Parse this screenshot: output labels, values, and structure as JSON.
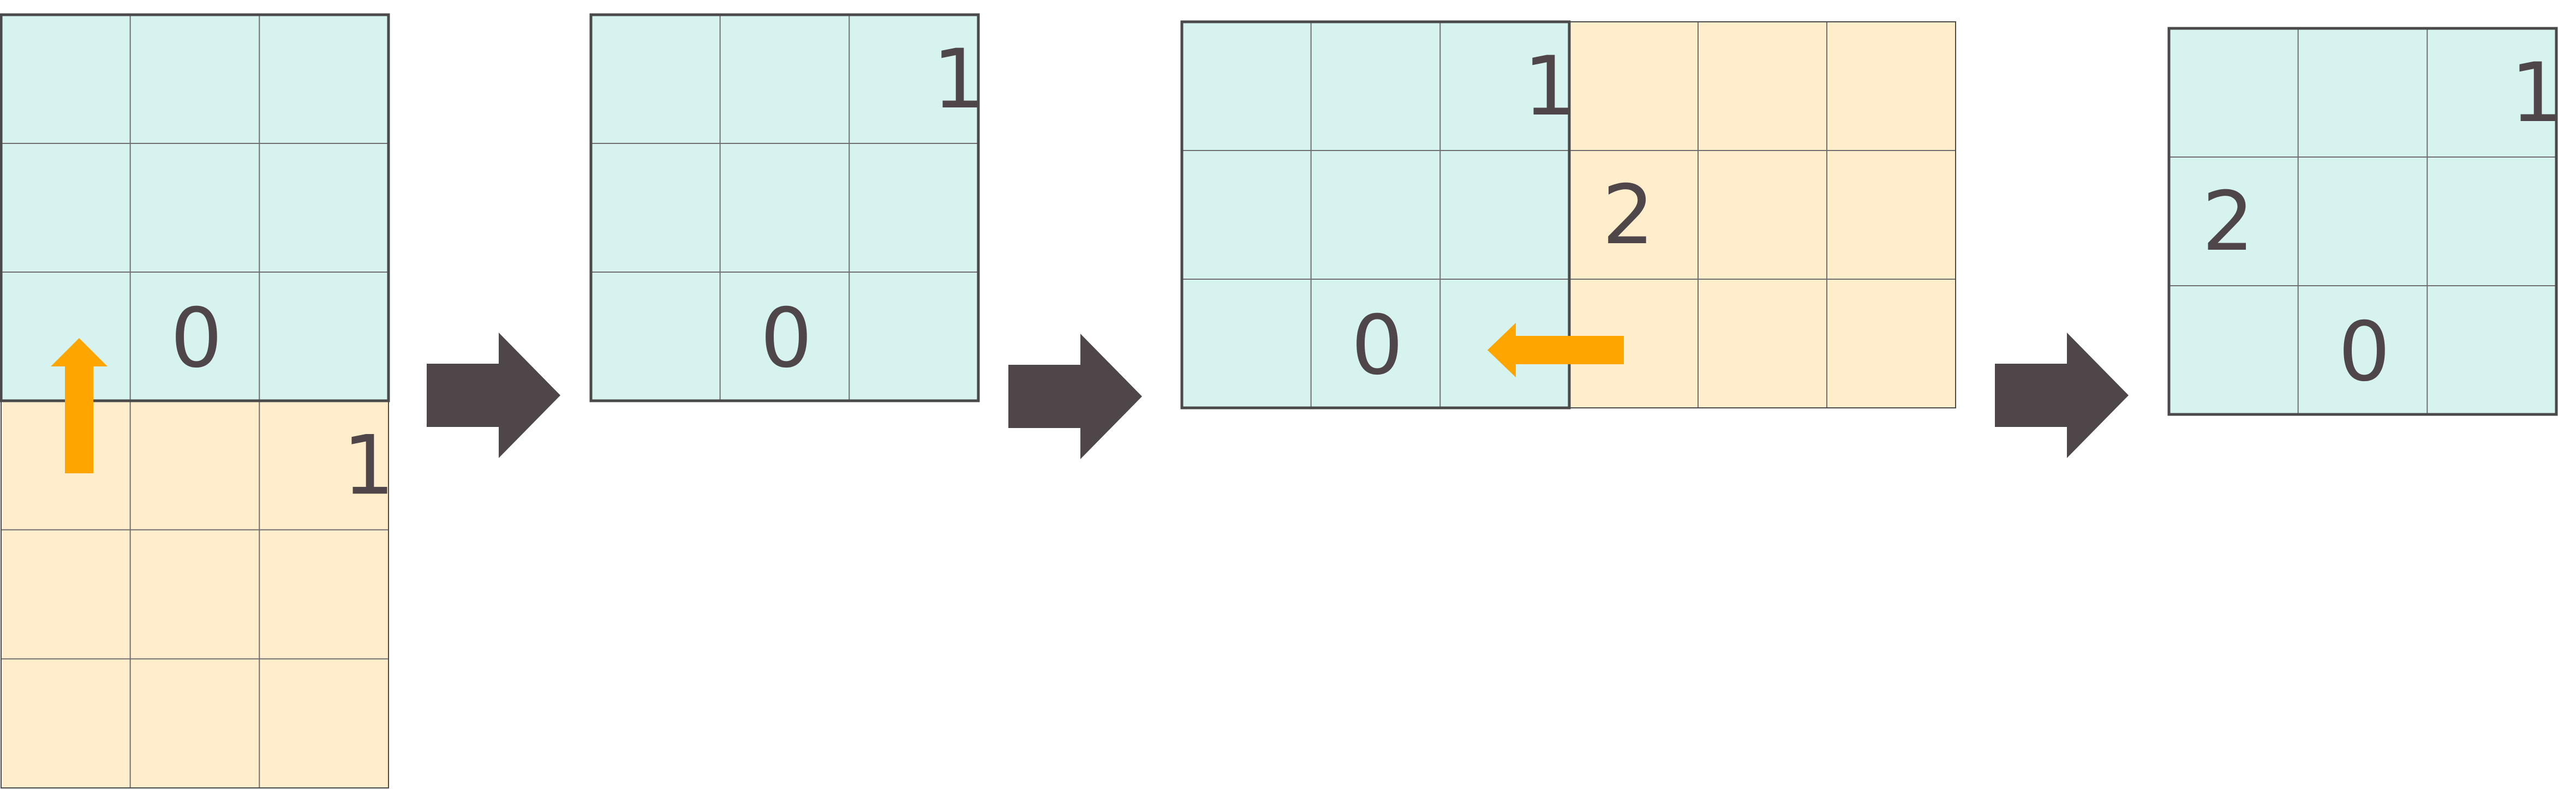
{
  "colors": {
    "grid_teal": "#d7f3ef",
    "grid_cream": "#ffedcc",
    "cell_line": "#6f6f6f",
    "frame_line": "#4a4a4a",
    "step_arrow": "#4f4649",
    "move_arrow": "#ffa500",
    "text": "#4f4649"
  },
  "panels": [
    {
      "teal_grid": {
        "rows": 3,
        "cols": 3
      },
      "cream_grid": {
        "rows": 3,
        "cols": 3,
        "attached": "below"
      },
      "numbers": [
        {
          "label": "0",
          "grid": "teal",
          "row": 2,
          "col": 1
        },
        {
          "label": "1",
          "grid": "cream",
          "row": 0,
          "col": 2
        }
      ],
      "move_arrow": {
        "direction": "up",
        "icon": "up-arrow-icon"
      }
    },
    {
      "teal_grid": {
        "rows": 3,
        "cols": 3
      },
      "numbers": [
        {
          "label": "1",
          "grid": "teal",
          "row": 0,
          "col": 2
        },
        {
          "label": "0",
          "grid": "teal",
          "row": 2,
          "col": 1
        }
      ]
    },
    {
      "teal_grid": {
        "rows": 3,
        "cols": 3
      },
      "cream_grid": {
        "rows": 3,
        "cols": 3,
        "attached": "right"
      },
      "numbers": [
        {
          "label": "1",
          "grid": "teal",
          "row": 0,
          "col": 2
        },
        {
          "label": "0",
          "grid": "teal",
          "row": 2,
          "col": 1
        },
        {
          "label": "2",
          "grid": "cream",
          "row": 1,
          "col": 0
        }
      ],
      "move_arrow": {
        "direction": "left",
        "icon": "left-arrow-icon"
      }
    },
    {
      "teal_grid": {
        "rows": 3,
        "cols": 3
      },
      "numbers": [
        {
          "label": "1",
          "grid": "teal",
          "row": 0,
          "col": 2
        },
        {
          "label": "2",
          "grid": "teal",
          "row": 1,
          "col": 0
        },
        {
          "label": "0",
          "grid": "teal",
          "row": 2,
          "col": 1
        }
      ]
    }
  ],
  "step_arrows": [
    {
      "icon": "right-arrow-icon"
    },
    {
      "icon": "right-arrow-icon"
    },
    {
      "icon": "right-arrow-icon"
    }
  ]
}
